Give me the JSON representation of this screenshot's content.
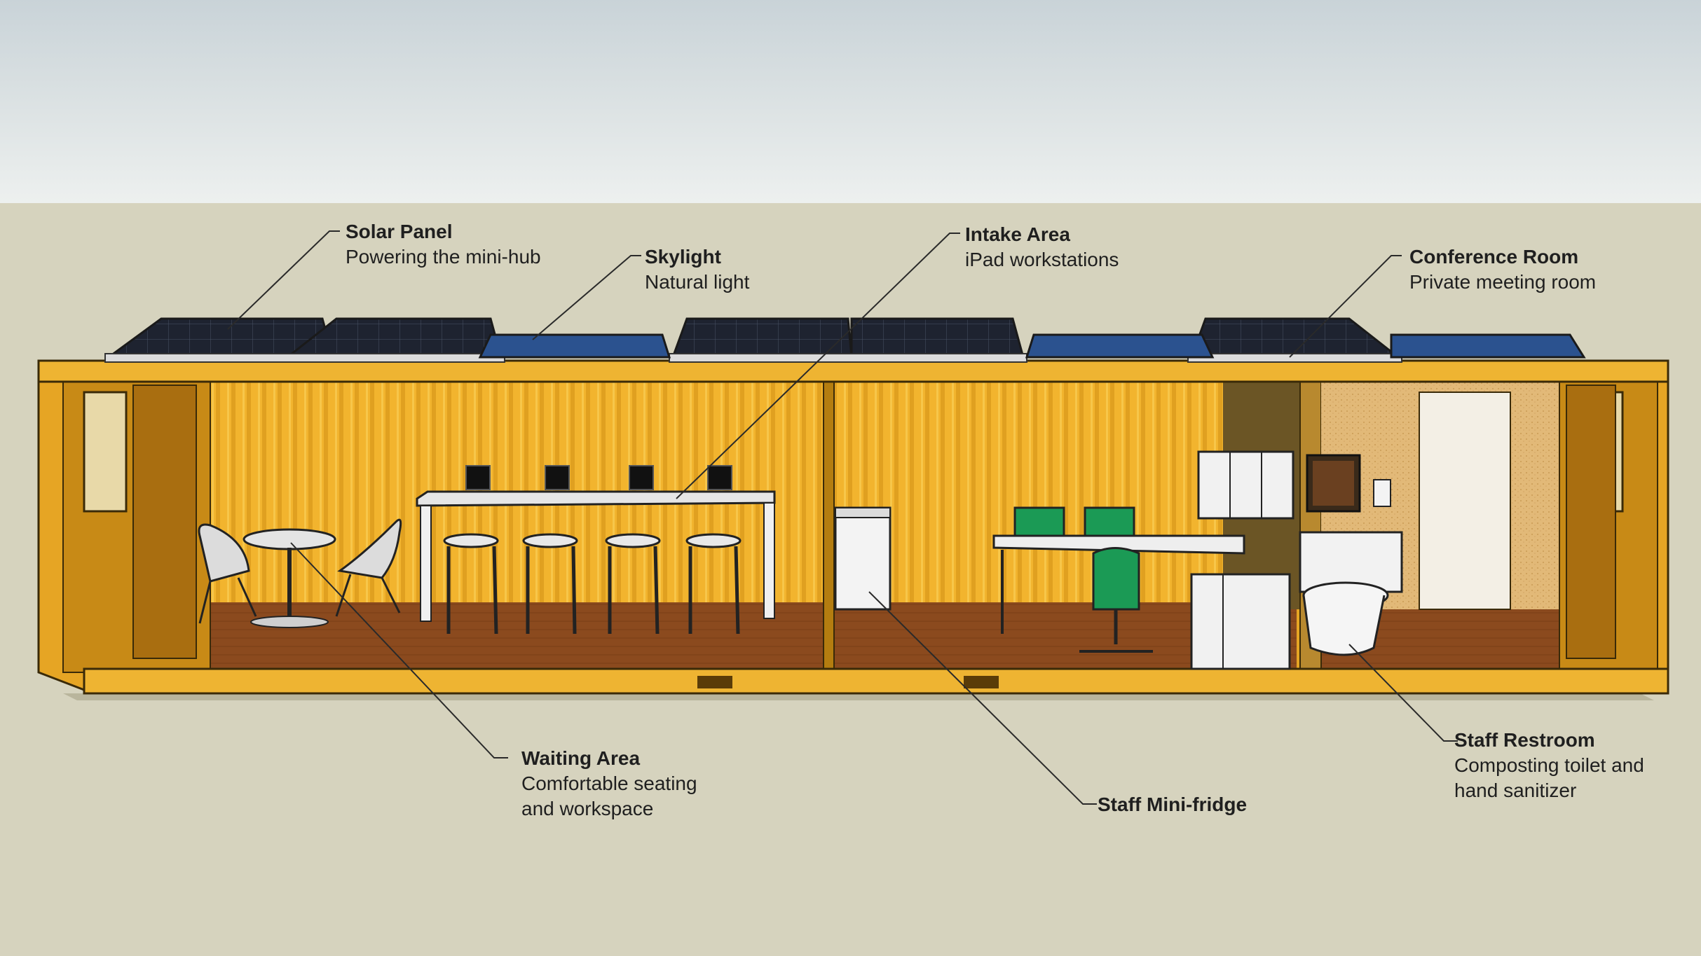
{
  "colors": {
    "container": "#f0b530",
    "container_dark": "#c58a14",
    "floor": "#8a4a1f",
    "panel": "#1d2230",
    "skylight": "#2a4f8a",
    "chair_green": "#1b9a55",
    "text": "#1f1f1f"
  },
  "callouts": {
    "solar_panel": {
      "title": "Solar Panel",
      "desc": "Powering the mini-hub"
    },
    "skylight": {
      "title": "Skylight",
      "desc": "Natural light"
    },
    "intake_area": {
      "title": "Intake Area",
      "desc": "iPad workstations"
    },
    "conference_room": {
      "title": "Conference Room",
      "desc": "Private meeting room"
    },
    "waiting_area": {
      "title": "Waiting Area",
      "desc_line1": "Comfortable seating",
      "desc_line2": "and workspace"
    },
    "staff_minifridge": {
      "title": "Staff Mini-fridge"
    },
    "staff_restroom": {
      "title": "Staff Restroom",
      "desc_line1": "Composting toilet and",
      "desc_line2": "hand sanitizer"
    }
  }
}
